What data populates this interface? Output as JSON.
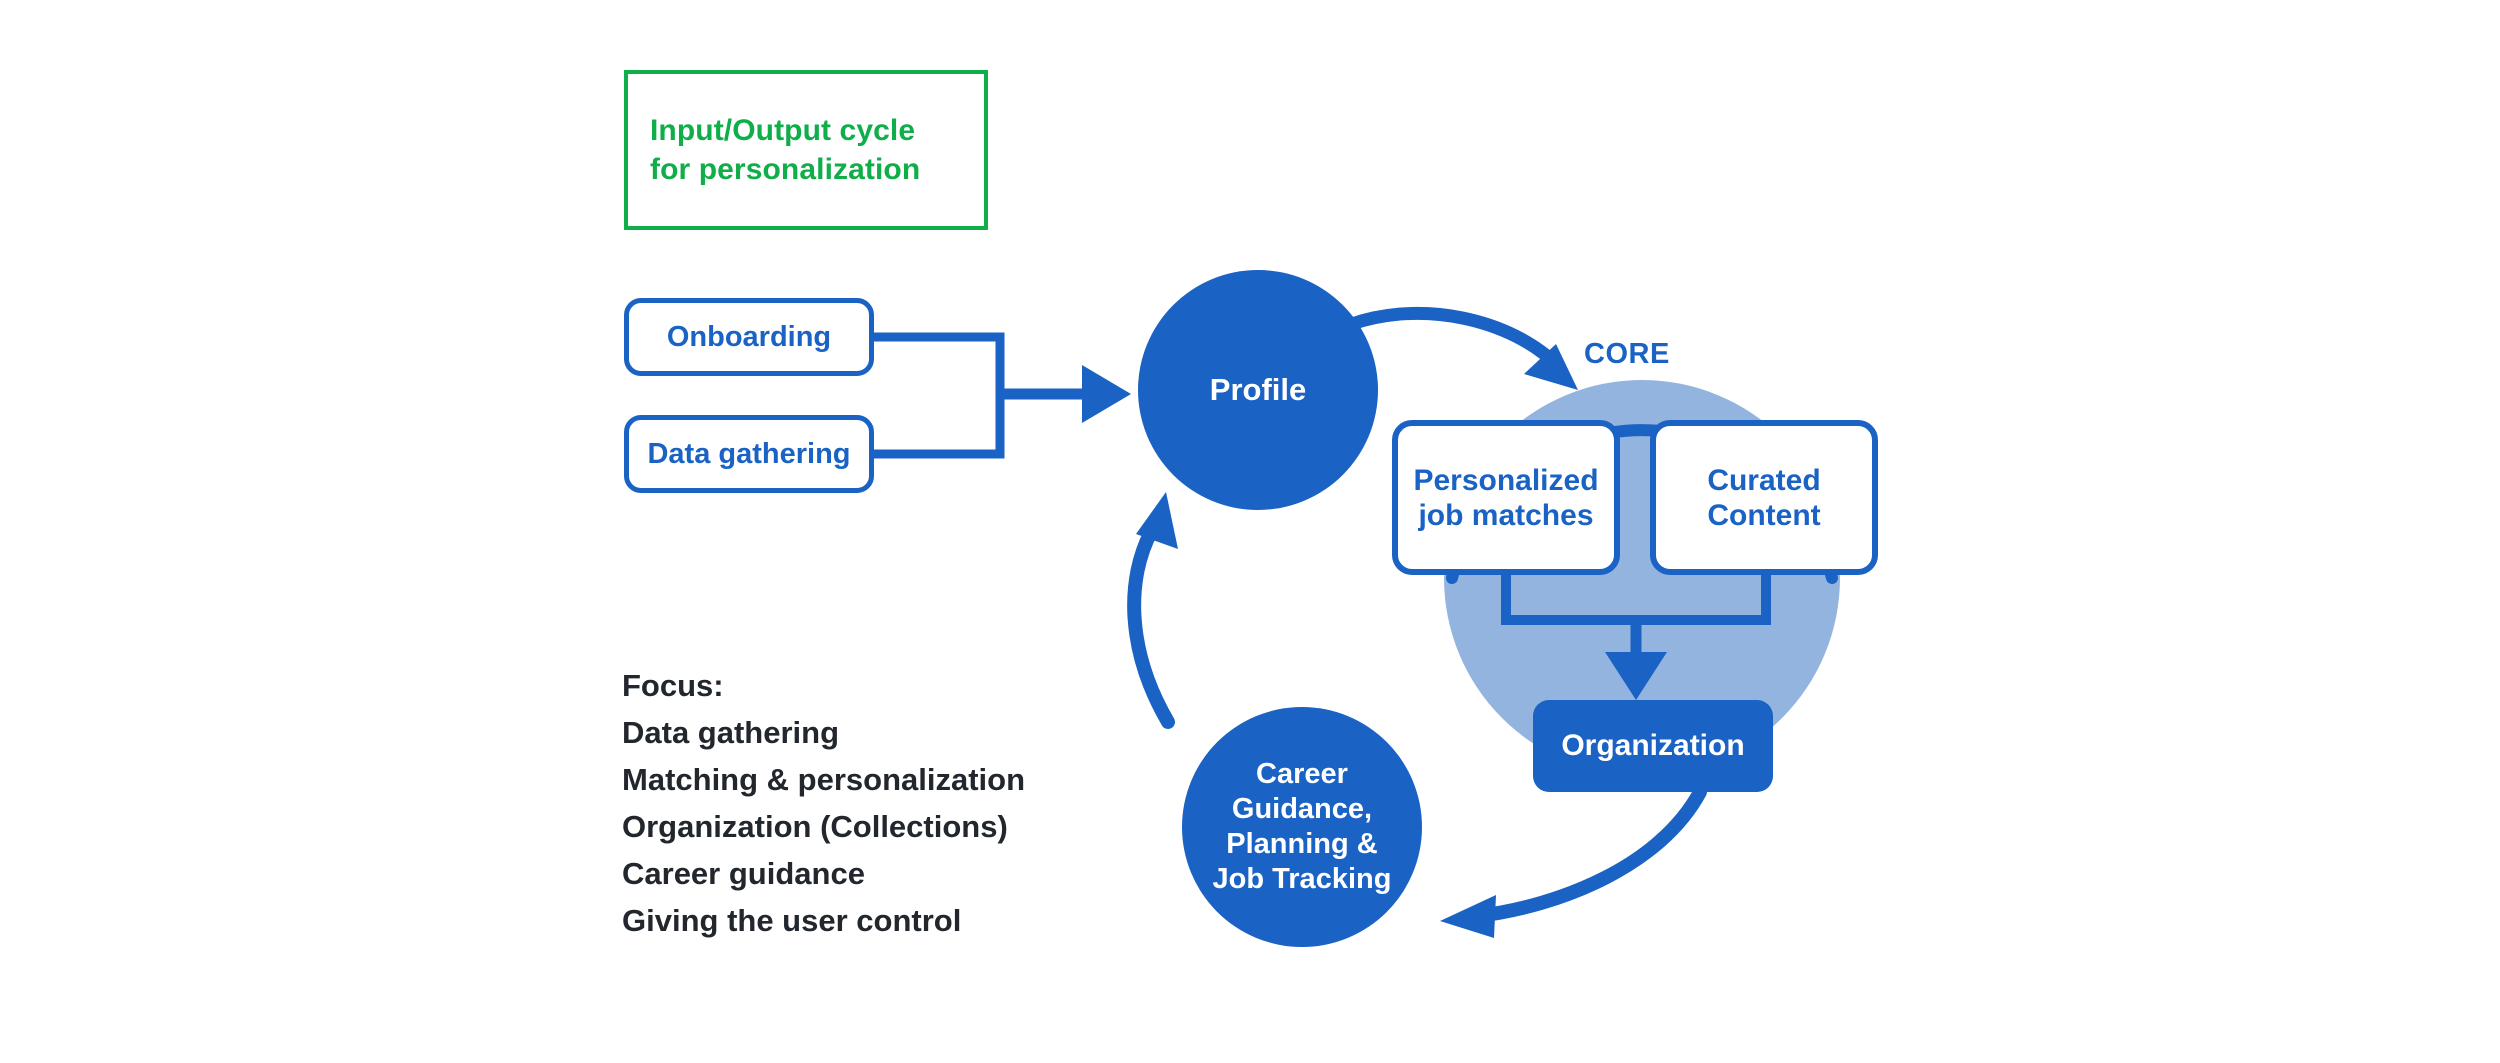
{
  "diagram": {
    "title_box": {
      "line1": "Input/Output cycle",
      "line2": "for personalization",
      "color": "#0fae48"
    },
    "inputs": [
      {
        "label": "Onboarding"
      },
      {
        "label": "Data gathering"
      }
    ],
    "profile": {
      "label": "Profile"
    },
    "core": {
      "label": "CORE",
      "cards": [
        {
          "line1": "Personalized",
          "line2": "job matches"
        },
        {
          "line1": "Curated",
          "line2": "Content"
        }
      ],
      "organization": {
        "label": "Organization"
      }
    },
    "career": {
      "line1": "Career",
      "line2": "Guidance,",
      "line3": "Planning &",
      "line4": "Job Tracking"
    },
    "focus": {
      "heading": "Focus:",
      "items": [
        "Data gathering",
        "Matching & personalization",
        "Organization (Collections)",
        "Career guidance",
        "Giving the user control"
      ]
    },
    "colors": {
      "primary_blue": "#1a62c4",
      "light_blue": "#93b4de",
      "green": "#0fae48",
      "text_dark": "#22272e",
      "white": "#ffffff"
    }
  }
}
